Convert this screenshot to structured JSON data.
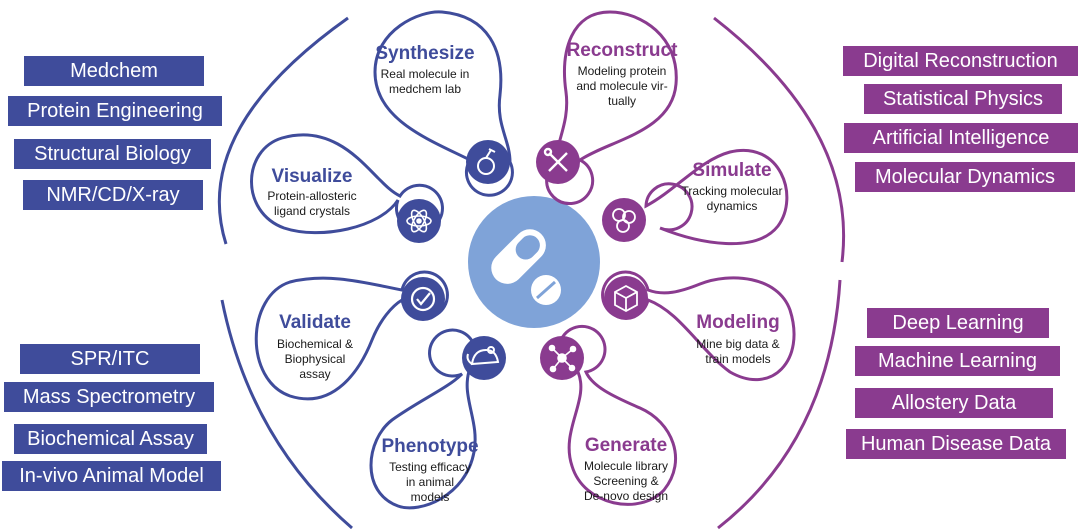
{
  "colors": {
    "blue": "#3f4c9b",
    "purple": "#8a3b8f",
    "center": "#7fa3d8"
  },
  "left_labels": {
    "top": [
      "Medchem",
      "Protein Engineering",
      "Structural Biology",
      "NMR/CD/X-ray"
    ],
    "bottom": [
      "SPR/ITC",
      "Mass Spectrometry",
      "Biochemical Assay",
      "In-vivo Animal Model"
    ]
  },
  "right_labels": {
    "top": [
      "Digital Reconstruction",
      "Statistical Physics",
      "Artificial Intelligence",
      "Molecular Dynamics"
    ],
    "bottom": [
      "Deep Learning",
      "Machine Learning",
      "Allostery Data",
      "Human Disease Data"
    ]
  },
  "center_icon": "pill-capsule-icon",
  "stages": [
    {
      "title": "Synthesize",
      "desc": [
        "Real molecule in",
        "medchem lab"
      ],
      "icon": "flask-icon",
      "color": "#3f4c9b"
    },
    {
      "title": "Visualize",
      "desc": [
        "Protein-allosteric",
        "ligand crystals"
      ],
      "icon": "atom-icon",
      "color": "#3f4c9b"
    },
    {
      "title": "Validate",
      "desc": [
        "Biochemical &",
        "Biophysical",
        "assay"
      ],
      "icon": "check-circle-icon",
      "color": "#3f4c9b"
    },
    {
      "title": "Phenotype",
      "desc": [
        "Testing efficacy",
        "in animal",
        "models"
      ],
      "icon": "mouse-icon",
      "color": "#3f4c9b"
    },
    {
      "title": "Reconstruct",
      "desc": [
        "Modeling protein",
        "and molecule vir-",
        "tually"
      ],
      "icon": "tools-icon",
      "color": "#8a3b8f"
    },
    {
      "title": "Simulate",
      "desc": [
        "Tracking molecular",
        "dynamics"
      ],
      "icon": "circles-icon",
      "color": "#8a3b8f"
    },
    {
      "title": "Modeling",
      "desc": [
        "Mine big data &",
        "train models"
      ],
      "icon": "cube-icon",
      "color": "#8a3b8f"
    },
    {
      "title": "Generate",
      "desc": [
        "Molecule library",
        "Screening &",
        "De-novo design"
      ],
      "icon": "network-icon",
      "color": "#8a3b8f"
    }
  ]
}
